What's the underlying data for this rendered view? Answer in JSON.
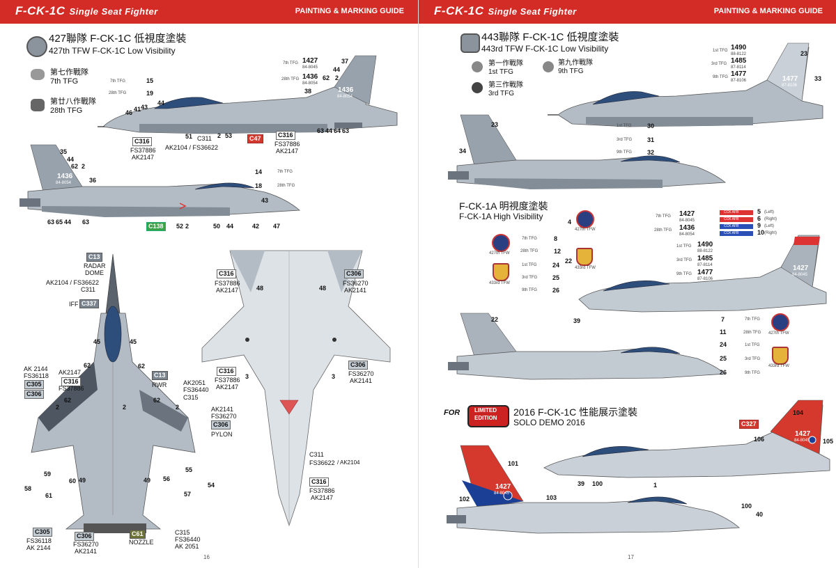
{
  "header": {
    "model": "F-CK-1C",
    "subtitle": "Single Seat Fighter",
    "guide": "PAINTING & MARKING GUIDE"
  },
  "left_page": {
    "page_number": "16",
    "unit_title_cn": "427聯隊 F-CK-1C 低視度塗裝",
    "unit_title_en": "427th TFW F-CK-1C Low Visibility",
    "squadrons": [
      {
        "cn": "第七作戰隊",
        "en": "7th TFG"
      },
      {
        "cn": "第廿八作戰隊",
        "en": "28th TFG"
      }
    ],
    "side1_legend": [
      {
        "label": "7th TFG",
        "num": "15"
      },
      {
        "label": "28th TFG",
        "num": "19"
      }
    ],
    "tail_codes": [
      {
        "label": "7th TFG",
        "serial": "1427",
        "sub": "84-8045"
      },
      {
        "label": "28th TFG",
        "serial": "1436",
        "sub": "84-8054"
      }
    ],
    "tail_markings": {
      "serial": "1436",
      "sub": "84-8054"
    },
    "side1_callouts": [
      "37",
      "44",
      "62",
      "2",
      "38",
      "44",
      "46",
      "41",
      "43",
      "51",
      "2",
      "53",
      "63",
      "44",
      "64",
      "63"
    ],
    "side2_callouts": [
      "35",
      "44",
      "62",
      "2",
      "36",
      "43",
      "63",
      "65",
      "44",
      "63",
      "52",
      "2",
      "50",
      "44",
      "42",
      "47"
    ],
    "side2_legend": [
      {
        "num": "14",
        "label": "7th TFG"
      },
      {
        "num": "18",
        "label": "28th TFG"
      }
    ],
    "colors": {
      "c311": "C311",
      "ak2104_fs36622": "AK2104 / FS36622",
      "c316": "C316",
      "fs37886": "FS37886",
      "ak2147": "AK2147",
      "c47": "C47",
      "c138": "C138",
      "c13": "C13",
      "c337": "C337",
      "c305": "C305",
      "c306": "C306",
      "c315": "C315",
      "c61": "C61",
      "fs36118": "FS36118",
      "ak2144": "AK 2144",
      "ak2144b": "AK2144",
      "fs36270": "FS36270",
      "ak2141": "AK2141",
      "ak2051": "AK2051",
      "fs36440": "FS36440",
      "ak2051b": "AK 2051",
      "fs36622": "FS36622",
      "ak2104b": "/ AK2104",
      "ak2104": "AK2104 /",
      "radar": "RADAR",
      "dome": "DOME",
      "iff": "IFF",
      "rwr": "RWR",
      "pylon": "PYLON",
      "nozzle": "NOZZLE"
    },
    "top_callouts": [
      "45",
      "45",
      "62",
      "62",
      "62",
      "2",
      "62",
      "2",
      "2",
      "59",
      "60",
      "58",
      "61",
      "49",
      "49",
      "56",
      "55",
      "54",
      "57"
    ],
    "bottom_callouts": [
      "48",
      "48",
      "3",
      "3"
    ]
  },
  "right_page": {
    "page_number": "17",
    "unit_title_cn": "443聯隊 F-CK-1C 低視度塗裝",
    "unit_title_en": "443rd TFW F-CK-1C Low Visibility",
    "squadrons": [
      {
        "cn": "第一作戰隊",
        "en": "1st TFG"
      },
      {
        "cn": "第九作戰隊",
        "en": "9th TFG"
      },
      {
        "cn": "第三作戰隊",
        "en": "3rd TFG"
      }
    ],
    "tail_codes": [
      {
        "label": "1st TFG",
        "serial": "1490",
        "sub": "88-8122"
      },
      {
        "label": "3rd TFG",
        "serial": "1485",
        "sub": "87-8114"
      },
      {
        "label": "9th TFG",
        "serial": "1477",
        "sub": "87-8106"
      }
    ],
    "tail_markings": {
      "serial": "1477",
      "sub": "87-8106"
    },
    "lowvis_callouts": [
      "23",
      "33",
      "23",
      "34"
    ],
    "lowvis_legend": [
      {
        "label": "1st TFG",
        "num": "30"
      },
      {
        "label": "3rd TFG",
        "num": "31"
      },
      {
        "label": "9th TFG",
        "num": "32"
      }
    ],
    "hv_title_cn": "F-CK-1A 明視度塗裝",
    "hv_title_en": "F-CK-1A High Visibility",
    "hv_wing_labels": {
      "w427": "427th TFW",
      "w433": "433rd TFW"
    },
    "hv_top_codes": [
      {
        "label": "7th TFG",
        "serial": "1427",
        "sub": "84-8045"
      },
      {
        "label": "28th TFG",
        "serial": "1436",
        "sub": "84-8054"
      }
    ],
    "hv_bottom_codes": [
      {
        "label": "1st TFG",
        "serial": "1490",
        "sub": "88-8122"
      },
      {
        "label": "3rd TFG",
        "serial": "1485",
        "sub": "87-8114"
      },
      {
        "label": "9th TFG",
        "serial": "1477",
        "sub": "87-8106"
      }
    ],
    "hv_ribbons": [
      {
        "text": "CCK AFB",
        "num": "5",
        "side": "(Left)"
      },
      {
        "text": "CCK AFB",
        "num": "6",
        "side": "(Right)"
      },
      {
        "text": "CCK AFB",
        "num": "9",
        "side": "(Left)"
      },
      {
        "text": "CCK AFB",
        "num": "10",
        "side": "(Right)"
      }
    ],
    "hv_numbers": {
      "n4": "4",
      "n22": "22",
      "n39": "39",
      "n22b": "22"
    },
    "hv_legend_a": [
      {
        "label": "7th TFG",
        "num": "8"
      },
      {
        "label": "28th TFG",
        "num": "12"
      },
      {
        "label": "1st TFG",
        "num": "24"
      },
      {
        "label": "3rd TFG",
        "num": "25"
      },
      {
        "label": "9th TFG",
        "num": "26"
      }
    ],
    "hv_legend_b": [
      {
        "num": "7",
        "label": "7th TFG"
      },
      {
        "num": "11",
        "label": "28th TFG"
      },
      {
        "num": "24",
        "label": "1st TFG"
      },
      {
        "num": "25",
        "label": "3rd TFG"
      },
      {
        "num": "26",
        "label": "9th TFG"
      }
    ],
    "hv_tail": {
      "serial": "1427",
      "sub": "84-8045"
    },
    "demo": {
      "for_label": "FOR",
      "badge_line1": "LIMITED",
      "badge_line2": "EDITION",
      "title_cn": "2016 F-CK-1C 性能展示塗裝",
      "title_en": "SOLO DEMO 2016",
      "color": "C327",
      "callouts": [
        "104",
        "106",
        "105",
        "101",
        "39",
        "100",
        "1",
        "102",
        "103",
        "100",
        "40"
      ],
      "serial": "1427",
      "sub": "84-8045"
    }
  }
}
